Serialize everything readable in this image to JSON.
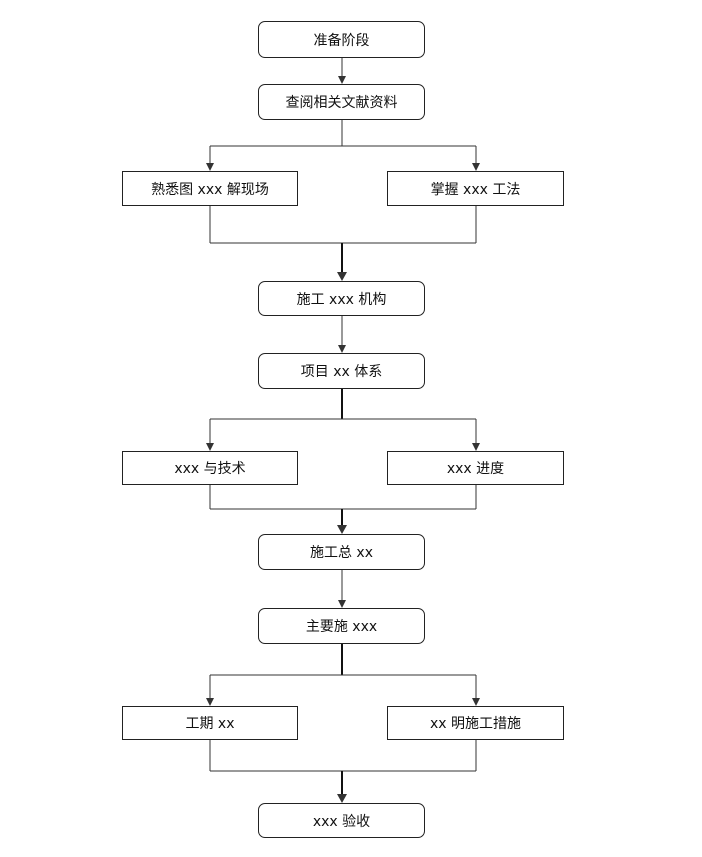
{
  "nodes": {
    "n1": "准备阶段",
    "n2": "查阅相关文献资料",
    "n3_left": "熟悉图 xxx 解现场",
    "n3_right": "掌握 xxx 工法",
    "n4": "施工 xxx 机构",
    "n5": "项目 xx 体系",
    "n6_left": "xxx 与技术",
    "n6_right": "xxx 进度",
    "n7": "施工总 xx",
    "n8": "主要施 xxx",
    "n9_left": "工期 xx",
    "n9_right": "xx 明施工措施",
    "n10": "xxx 验收"
  }
}
